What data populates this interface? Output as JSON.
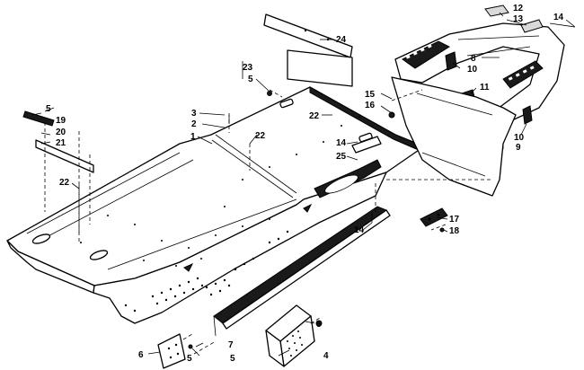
{
  "diagram": {
    "callouts": [
      {
        "id": "c1",
        "text": "1"
      },
      {
        "id": "c2",
        "text": "2"
      },
      {
        "id": "c3",
        "text": "3"
      },
      {
        "id": "c4",
        "text": "4"
      },
      {
        "id": "c5a",
        "text": "5"
      },
      {
        "id": "c5b",
        "text": "5"
      },
      {
        "id": "c5c",
        "text": "5"
      },
      {
        "id": "c5d",
        "text": "5"
      },
      {
        "id": "c5e",
        "text": "5"
      },
      {
        "id": "c6",
        "text": "6"
      },
      {
        "id": "c7",
        "text": "7"
      },
      {
        "id": "c8",
        "text": "8"
      },
      {
        "id": "c9",
        "text": "9"
      },
      {
        "id": "c10a",
        "text": "10"
      },
      {
        "id": "c10b",
        "text": "10"
      },
      {
        "id": "c11",
        "text": "11"
      },
      {
        "id": "c12",
        "text": "12"
      },
      {
        "id": "c13",
        "text": "13"
      },
      {
        "id": "c14a",
        "text": "14"
      },
      {
        "id": "c14b",
        "text": "14"
      },
      {
        "id": "c14c",
        "text": "14"
      },
      {
        "id": "c15",
        "text": "15"
      },
      {
        "id": "c16",
        "text": "16"
      },
      {
        "id": "c17",
        "text": "17"
      },
      {
        "id": "c18",
        "text": "18"
      },
      {
        "id": "c19",
        "text": "19"
      },
      {
        "id": "c20",
        "text": "20"
      },
      {
        "id": "c21",
        "text": "21"
      },
      {
        "id": "c22a",
        "text": "22"
      },
      {
        "id": "c22b",
        "text": "22"
      },
      {
        "id": "c22c",
        "text": "22"
      },
      {
        "id": "c23",
        "text": "23"
      },
      {
        "id": "c24",
        "text": "24"
      },
      {
        "id": "c25",
        "text": "25"
      }
    ]
  }
}
